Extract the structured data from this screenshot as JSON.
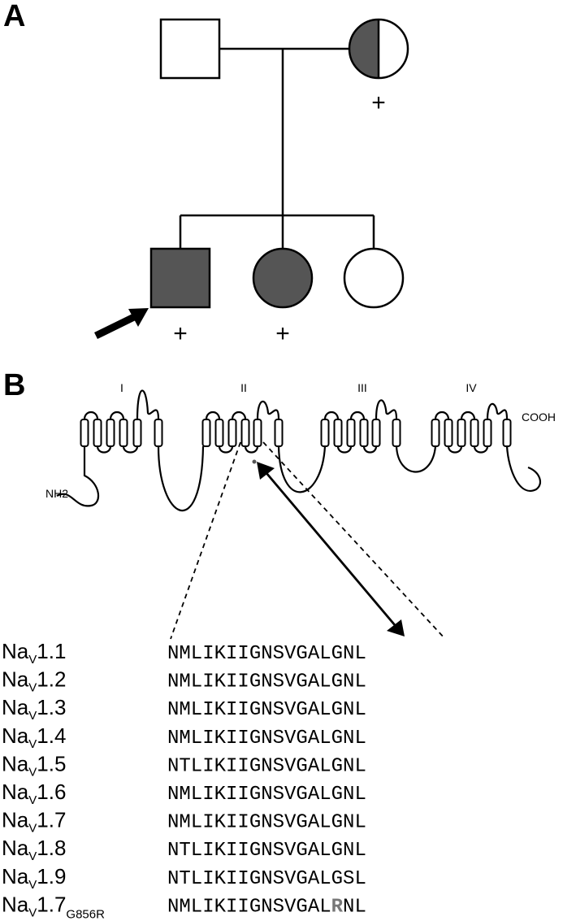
{
  "panels": {
    "a": {
      "label": "A"
    },
    "b": {
      "label": "B"
    }
  },
  "pedigree": {
    "carrier_marker": "+",
    "individuals": [
      {
        "id": "father",
        "sex": "male",
        "status": "unaffected",
        "marker": ""
      },
      {
        "id": "mother",
        "sex": "female",
        "status": "carrier",
        "marker": "+"
      },
      {
        "id": "proband",
        "sex": "male",
        "status": "affected",
        "marker": "+",
        "proband": true
      },
      {
        "id": "daughter",
        "sex": "female",
        "status": "affected",
        "marker": "+"
      },
      {
        "id": "daughter2",
        "sex": "female",
        "status": "unaffected",
        "marker": ""
      }
    ]
  },
  "channel": {
    "domains": [
      "I",
      "II",
      "III",
      "IV"
    ],
    "n_terminus": "NH2",
    "c_terminus": "COOH"
  },
  "alignment": {
    "mutation_color": "#777777",
    "rows": [
      {
        "name": "Na",
        "sub": "V",
        "suffix": "1.1",
        "subtag": "",
        "seq": "NMLIKIIGNSVGALGNL"
      },
      {
        "name": "Na",
        "sub": "V",
        "suffix": "1.2",
        "subtag": "",
        "seq": "NMLIKIIGNSVGALGNL"
      },
      {
        "name": "Na",
        "sub": "V",
        "suffix": "1.3",
        "subtag": "",
        "seq": "NMLIKIIGNSVGALGNL"
      },
      {
        "name": "Na",
        "sub": "V",
        "suffix": "1.4",
        "subtag": "",
        "seq": "NMLIKIIGNSVGALGNL"
      },
      {
        "name": "Na",
        "sub": "V",
        "suffix": "1.5",
        "subtag": "",
        "seq": "NTLIKIIGNSVGALGNL"
      },
      {
        "name": "Na",
        "sub": "V",
        "suffix": "1.6",
        "subtag": "",
        "seq": "NMLIKIIGNSVGALGNL"
      },
      {
        "name": "Na",
        "sub": "V",
        "suffix": "1.7",
        "subtag": "",
        "seq": "NMLIKIIGNSVGALGNL"
      },
      {
        "name": "Na",
        "sub": "V",
        "suffix": "1.8",
        "subtag": "",
        "seq": "NTLIKIIGNSVGALGNL"
      },
      {
        "name": "Na",
        "sub": "V",
        "suffix": "1.9",
        "subtag": "",
        "seq": "NTLIKIIGNSVGALGSL"
      },
      {
        "name": "Na",
        "sub": "V",
        "suffix": "1.7",
        "subtag": "G856R",
        "seq_before": "NMLIKIIGNSVGAL",
        "seq_mut": "R",
        "seq_after": "NL"
      }
    ]
  }
}
